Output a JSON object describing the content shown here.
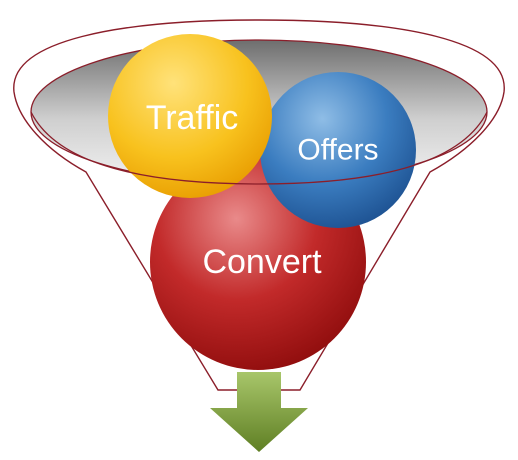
{
  "diagram": {
    "stages": [
      {
        "label": "Traffic",
        "color": "#f5b800"
      },
      {
        "label": "Offers",
        "color": "#2a6db0"
      },
      {
        "label": "Convert",
        "color": "#b01a1a"
      }
    ],
    "funnel_outline_color": "#8b1e2a",
    "funnel_rim_color": "#bdbdbd",
    "output_arrow_color": "#7a9a3a"
  }
}
